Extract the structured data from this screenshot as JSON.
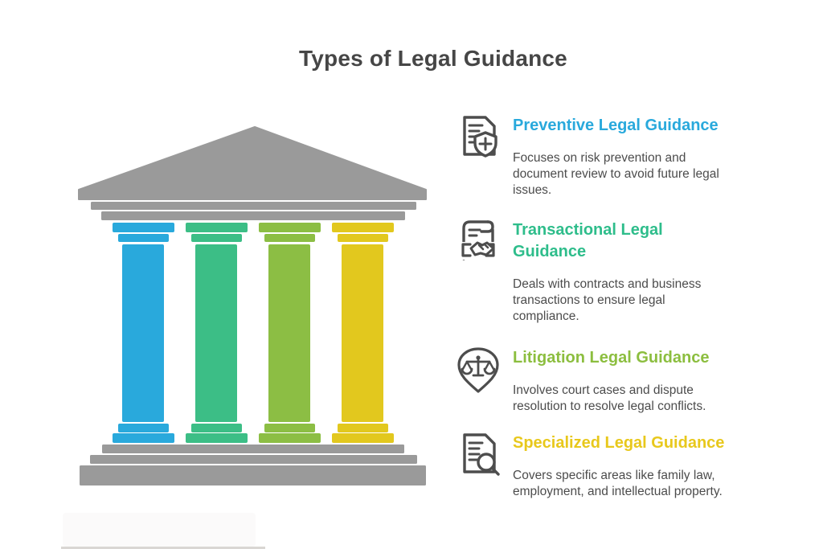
{
  "title": "Types of Legal Guidance",
  "title_color": "#464646",
  "text_color": "#4C4C4C",
  "icon_stroke": "#4D4D4D",
  "building": {
    "description": "classical courthouse with pediment and four colored pillars",
    "structure_color": "#9A9A9A",
    "pillar_colors": [
      "#29A9DC",
      "#3CBE86",
      "#8CBE44",
      "#E2C81E"
    ]
  },
  "sections": [
    {
      "heading": "Preventive Legal Guidance",
      "color": "#29A9DC",
      "icon": "document-shield-plus-icon",
      "body": "Focuses on risk prevention and\ndocument review to avoid future legal\nissues."
    },
    {
      "heading": "Transactional Legal\nGuidance",
      "color": "#2EBD8B",
      "icon": "scroll-handshake-icon",
      "body": "Deals with contracts and business\ntransactions to ensure legal\ncompliance."
    },
    {
      "heading": "Litigation Legal Guidance",
      "color": "#8CBE3F",
      "icon": "scales-pin-icon",
      "body": "Involves court cases and dispute\nresolution to resolve legal conflicts."
    },
    {
      "heading": "Specialized Legal Guidance",
      "color": "#E8C81C",
      "icon": "document-magnifier-icon",
      "body": "Covers specific areas like family law,\nemployment, and intellectual property."
    }
  ]
}
